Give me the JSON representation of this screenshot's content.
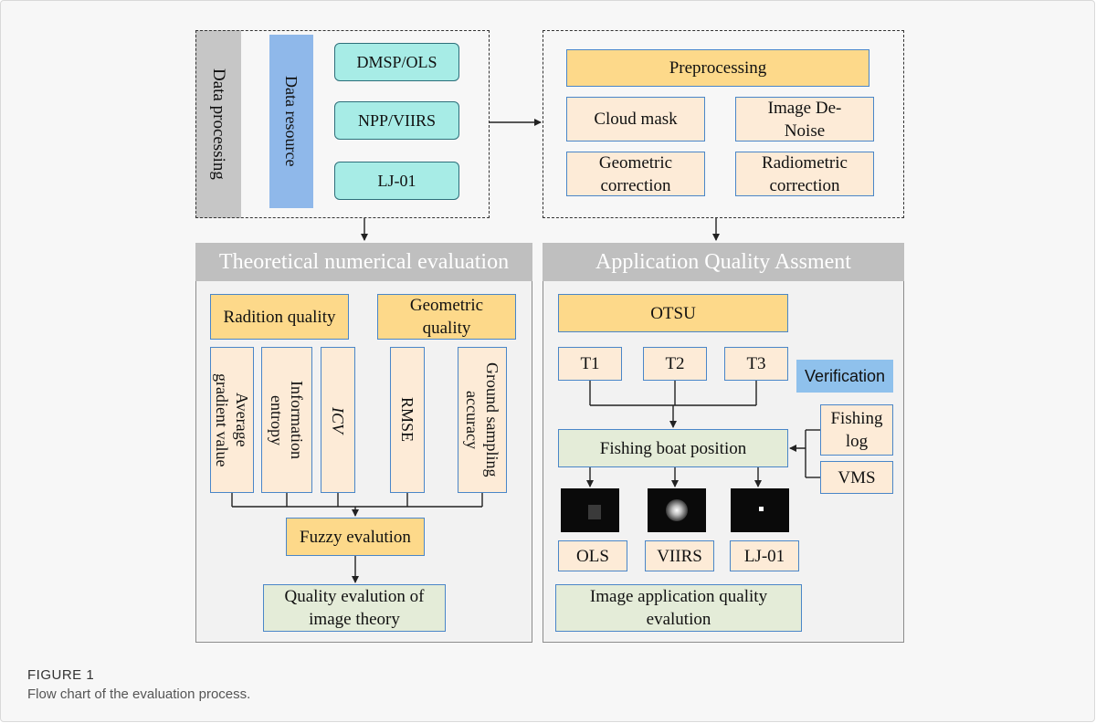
{
  "data_processing": {
    "label": "Data processing",
    "resource_label": "Data resource",
    "sources": [
      "DMSP/OLS",
      "NPP/VIIRS",
      "LJ-01"
    ]
  },
  "preprocessing": {
    "title": "Preprocessing",
    "cloud_mask": "Cloud mask",
    "image_denoise": [
      "Image De-",
      "Noise"
    ],
    "geometric_correction": [
      "Geometric",
      "correction"
    ],
    "radiometric_correction": [
      "Radiometric",
      "correction"
    ]
  },
  "theoretical": {
    "header": "Theoretical numerical evaluation",
    "radiation_quality": "Radition quality",
    "geometric_quality": [
      "Geometric",
      "quality"
    ],
    "metrics": {
      "avg_gradient": [
        "Average",
        "gradient value"
      ],
      "info_entropy": [
        "Information",
        "entropy"
      ],
      "icv": "ICV",
      "rmse": "RMSE",
      "gsa": [
        "Ground sampling",
        "accuracy"
      ]
    },
    "fuzzy": "Fuzzy evalution",
    "result": [
      "Quality evalution of",
      "image theory"
    ]
  },
  "application": {
    "header": "Application Quality Assment",
    "otsu": "OTSU",
    "thresholds": [
      "T1",
      "T2",
      "T3"
    ],
    "verification": "Verification",
    "fishing_log": [
      "Fishing",
      "log"
    ],
    "vms": "VMS",
    "boat_position": "Fishing boat position",
    "outputs": [
      "OLS",
      "VIIRS",
      "LJ-01"
    ],
    "result": [
      "Image application quality",
      "evalution"
    ]
  },
  "caption": {
    "label": "FIGURE 1",
    "text": "Flow chart of the evaluation process."
  },
  "colors": {
    "box_border": "#4a86c8",
    "peach": "#fdebd7",
    "gold": "#fdd98a",
    "cyan": "#a7ece6",
    "green": "#e4ecd8",
    "header_gray": "#bfbfbf",
    "resource_blue": "#8fb8ea",
    "verification_blue": "#8fc1ec"
  }
}
